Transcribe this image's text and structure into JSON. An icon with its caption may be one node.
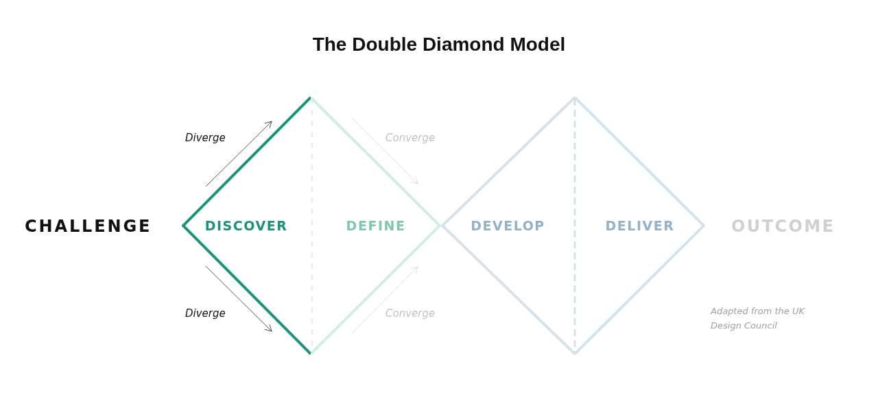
{
  "diagram": {
    "title": "The Double Diamond Model",
    "nodes": [
      {
        "text": [
          "DISCOVER"
        ]
      },
      {
        "text": [
          "DEFINE"
        ]
      },
      {
        "text": [
          "DEVELOP"
        ]
      },
      {
        "text": [
          "DELIVER"
        ]
      }
    ],
    "labels": [
      "Diverge",
      "Converge",
      "CHALLENGE",
      "OUTCOME",
      "Diverge",
      "Converge",
      "Adapted from the UK Design Council"
    ]
  }
}
